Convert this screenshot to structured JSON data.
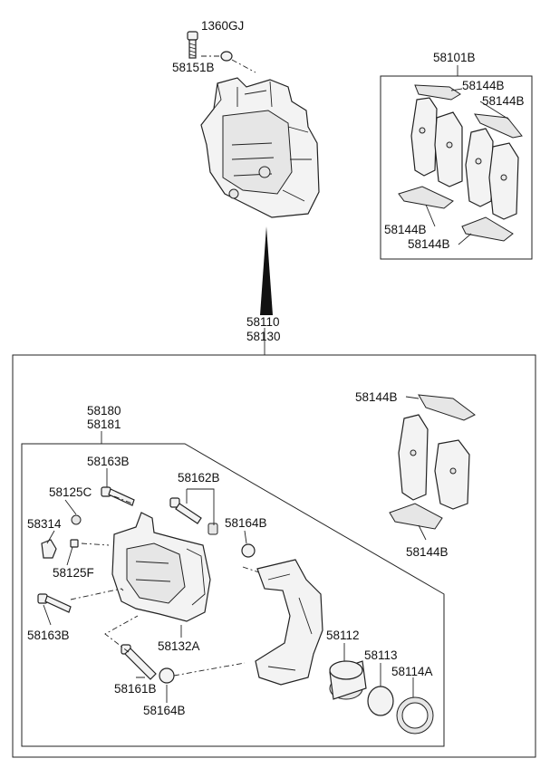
{
  "labels": {
    "bolt_1360gj": "1360GJ",
    "washer_58151b": "58151B",
    "kit_58101b": "58101B",
    "clip_58144b_a": "58144B",
    "clip_58144b_b": "58144B",
    "clip_58144b_c": "58144B",
    "clip_58144b_d": "58144B",
    "assy_58110": "58110",
    "assy_58130": "58130",
    "clip_58144b_e": "58144B",
    "clip_58144b_f": "58144B",
    "caliper_58180": "58180",
    "caliper_58181": "58181",
    "bolt_58163b_top": "58163B",
    "pin_58162b": "58162B",
    "cap_58125c": "58125C",
    "bleeder_58314": "58314",
    "screw_58125f": "58125F",
    "boot_58164b_top": "58164B",
    "bolt_58163b_bottom": "58163B",
    "housing_58132a": "58132A",
    "piston_58112": "58112",
    "seal_58113": "58113",
    "boot_58114a": "58114A",
    "pin_58161b": "58161B",
    "boot_58164b_bottom": "58164B"
  }
}
